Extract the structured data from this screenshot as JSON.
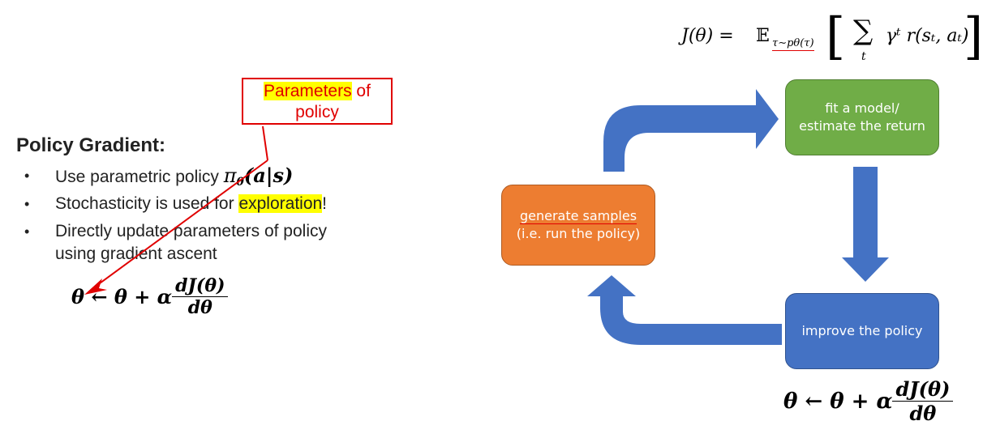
{
  "objective": {
    "lhs": "J(θ) =",
    "expect": "𝔼",
    "sub": "τ∼pθ(τ)",
    "sum": "∑",
    "sum_index": "t",
    "body": "γᵗ r(sₜ, aₜ)"
  },
  "annotation": {
    "word_highlight": "Parameters",
    "rest_line1": " of",
    "line2": "policy"
  },
  "left": {
    "title": "Policy Gradient:",
    "bullet_symbol": "•",
    "bullets": [
      {
        "text": "Use parametric policy ",
        "math": "π",
        "math_sub": "θ",
        "math_tail": "(a|s)"
      },
      {
        "pre": "Stochasticity is used for ",
        "highlight": "exploration",
        "post": "!"
      },
      {
        "line1": "Directly update parameters of policy",
        "line2": "using gradient ascent"
      }
    ],
    "update_rule": {
      "lhs": "θ ← θ + α",
      "num": "dJ(θ)",
      "den": "dθ"
    }
  },
  "diagram": {
    "fit": {
      "line1": "fit a model/",
      "line2": "estimate the return"
    },
    "improve": {
      "label": "improve the policy"
    },
    "generate": {
      "line1": "generate samples",
      "line2": "(i.e. run the policy)"
    },
    "update_rule": {
      "lhs": "θ ← θ + α",
      "num": "dJ(θ)",
      "den": "dθ"
    }
  },
  "colors": {
    "green": "#70ad47",
    "blue": "#4472c4",
    "orange": "#ed7d31",
    "arrow": "#4472c4",
    "annotation": "#e00000",
    "highlight": "#ffff00"
  }
}
